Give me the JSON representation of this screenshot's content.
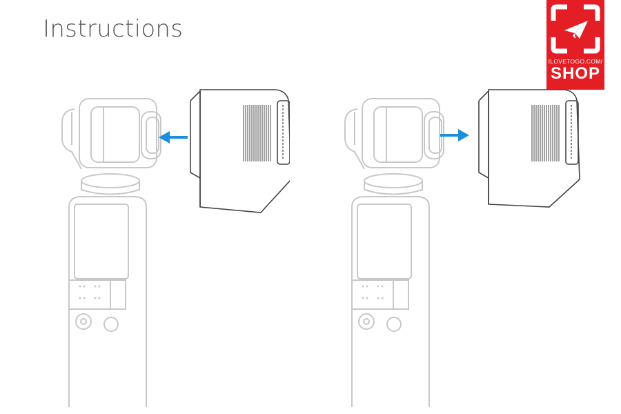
{
  "page": {
    "title": "Instructions"
  },
  "logo": {
    "url_text": "ILOVETOGO.COM/",
    "shop_text": "SHOP",
    "brand_color": "#e31e24",
    "icon": "paper-plane-icon"
  },
  "diagrams": [
    {
      "step": "attach",
      "arrow_direction": "left",
      "arrow_color": "#1a8fdc"
    },
    {
      "step": "detach",
      "arrow_direction": "right",
      "arrow_color": "#1a8fdc"
    }
  ],
  "colors": {
    "title": "#555555",
    "device_outline": "#c8c8c8",
    "adapter_outline": "#444444"
  }
}
